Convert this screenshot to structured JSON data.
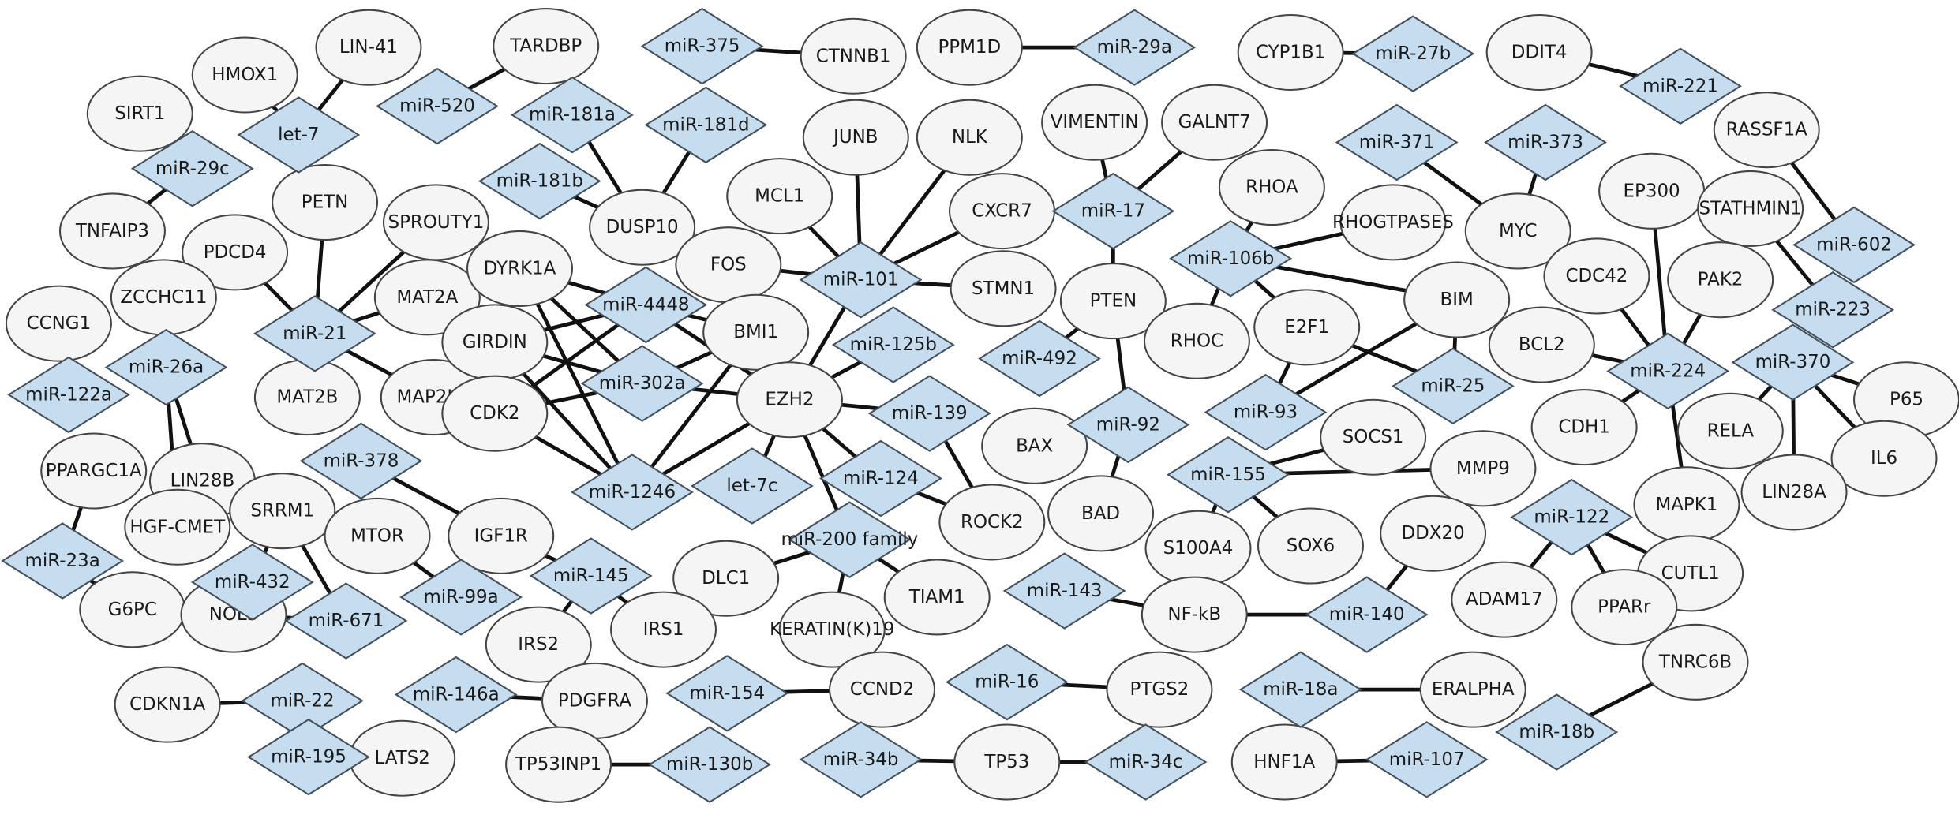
{
  "diagram": {
    "type": "miRNA-gene interaction network",
    "legend_colors": {
      "mirna_fill": "#c6ddf0",
      "gene_fill": "#f5f5f5",
      "edge": "#111111"
    },
    "mirnas": [
      "miR-375",
      "miR-29a",
      "miR-27b",
      "miR-221",
      "let-7",
      "miR-520",
      "miR-29c",
      "miR-181a",
      "miR-181d",
      "miR-181b",
      "miR-101",
      "miR-17",
      "miR-106b",
      "miR-371",
      "miR-373",
      "miR-602",
      "miR-21",
      "miR-26a",
      "miR-122a",
      "miR-4448",
      "miR-302a",
      "miR-125b",
      "miR-139",
      "miR-1246",
      "let-7c",
      "miR-124",
      "miR-492",
      "miR-92",
      "miR-93",
      "miR-25",
      "miR-155",
      "miR-223",
      "miR-224",
      "miR-370",
      "miR-122",
      "miR-23a",
      "miR-378",
      "miR-432",
      "miR-671",
      "miR-99a",
      "miR-145",
      "miR-200 family",
      "miR-143",
      "miR-140",
      "miR-22",
      "miR-146a",
      "miR-154",
      "miR-16",
      "miR-18a",
      "miR-18b",
      "miR-195",
      "miR-130b",
      "miR-34b",
      "miR-34c",
      "miR-107"
    ],
    "genes": [
      "CTNNB1",
      "PPM1D",
      "CYP1B1",
      "DDIT4",
      "LIN-41",
      "TARDBP",
      "HMOX1",
      "SIRT1",
      "TNFAIP3",
      "DUSP10",
      "JUNB",
      "NLK",
      "MCL1",
      "CXCR7",
      "FOS",
      "STMN1",
      "VIMENTIN",
      "GALNT7",
      "RHOA",
      "RHOGTPASES",
      "PTEN",
      "BIM",
      "RHOC",
      "E2F1",
      "BAX",
      "BAD",
      "SOCS1",
      "MMP9",
      "S100A4",
      "SOX6",
      "DDX20",
      "MYC",
      "EP300",
      "RASSF1A",
      "STATHMIN1",
      "CDC42",
      "PAK2",
      "BCL2",
      "P65",
      "CDH1",
      "RELA",
      "IL6",
      "LIN28A",
      "MAPK1",
      "CUTL1",
      "ADAM17",
      "PPARr",
      "PETN",
      "SPROUTY1",
      "PDCD4",
      "MAT2A",
      "MAT2B",
      "MAP2K3",
      "ZCCHC11",
      "CCNG1",
      "LIN28B",
      "PPARGC1A",
      "HGF-CMET",
      "G6PC",
      "DYRK1A",
      "GIRDIN",
      "BMI1",
      "EZH2",
      "CDK2",
      "ROCK2",
      "SRRM1",
      "MTOR",
      "IGF1R",
      "DLC1",
      "TIAM1",
      "NOL3",
      "IRS2",
      "IRS1",
      "KERATIN(K)19",
      "NF-kB",
      "CDKN1A",
      "PDGFRA",
      "CCND2",
      "PTGS2",
      "ERALPHA",
      "TNRC6B",
      "LATS2",
      "TP53INP1",
      "TP53",
      "HNF1A"
    ],
    "edges": [
      [
        "miR-375",
        "CTNNB1"
      ],
      [
        "PPM1D",
        "miR-29a"
      ],
      [
        "CYP1B1",
        "miR-27b"
      ],
      [
        "DDIT4",
        "miR-221"
      ],
      [
        "let-7",
        "HMOX1"
      ],
      [
        "let-7",
        "LIN-41"
      ],
      [
        "miR-520",
        "TARDBP"
      ],
      [
        "miR-29c",
        "SIRT1"
      ],
      [
        "miR-29c",
        "TNFAIP3"
      ],
      [
        "miR-181a",
        "DUSP10"
      ],
      [
        "miR-181d",
        "DUSP10"
      ],
      [
        "miR-181b",
        "DUSP10"
      ],
      [
        "miR-101",
        "JUNB"
      ],
      [
        "miR-101",
        "NLK"
      ],
      [
        "miR-101",
        "MCL1"
      ],
      [
        "miR-101",
        "CXCR7"
      ],
      [
        "miR-101",
        "FOS"
      ],
      [
        "miR-101",
        "STMN1"
      ],
      [
        "miR-101",
        "EZH2"
      ],
      [
        "miR-17",
        "VIMENTIN"
      ],
      [
        "miR-17",
        "GALNT7"
      ],
      [
        "miR-17",
        "PTEN"
      ],
      [
        "miR-106b",
        "RHOA"
      ],
      [
        "miR-106b",
        "RHOGTPASES"
      ],
      [
        "miR-106b",
        "BIM"
      ],
      [
        "miR-106b",
        "RHOC"
      ],
      [
        "miR-106b",
        "E2F1"
      ],
      [
        "miR-371",
        "MYC"
      ],
      [
        "miR-373",
        "MYC"
      ],
      [
        "RASSF1A",
        "miR-602"
      ],
      [
        "STATHMIN1",
        "miR-223"
      ],
      [
        "miR-224",
        "EP300"
      ],
      [
        "miR-224",
        "CDC42"
      ],
      [
        "miR-224",
        "PAK2"
      ],
      [
        "miR-224",
        "BCL2"
      ],
      [
        "miR-224",
        "CDH1"
      ],
      [
        "miR-224",
        "MAPK1"
      ],
      [
        "miR-370",
        "P65"
      ],
      [
        "miR-370",
        "RELA"
      ],
      [
        "miR-370",
        "IL6"
      ],
      [
        "miR-370",
        "LIN28A"
      ],
      [
        "miR-122",
        "ADAM17"
      ],
      [
        "miR-122",
        "PPARr"
      ],
      [
        "miR-122",
        "CUTL1"
      ],
      [
        "miR-21",
        "PETN"
      ],
      [
        "miR-21",
        "SPROUTY1"
      ],
      [
        "miR-21",
        "PDCD4"
      ],
      [
        "miR-21",
        "MAT2A"
      ],
      [
        "miR-21",
        "MAT2B"
      ],
      [
        "miR-21",
        "MAP2K3"
      ],
      [
        "miR-26a",
        "ZCCHC11"
      ],
      [
        "miR-26a",
        "LIN28B"
      ],
      [
        "miR-26a",
        "HGF-CMET"
      ],
      [
        "CCNG1",
        "miR-122a"
      ],
      [
        "PPARGC1A",
        "miR-23a"
      ],
      [
        "miR-23a",
        "G6PC"
      ],
      [
        "DYRK1A",
        "miR-4448"
      ],
      [
        "DYRK1A",
        "miR-302a"
      ],
      [
        "DYRK1A",
        "miR-1246"
      ],
      [
        "GIRDIN",
        "miR-4448"
      ],
      [
        "GIRDIN",
        "miR-302a"
      ],
      [
        "GIRDIN",
        "miR-1246"
      ],
      [
        "CDK2",
        "miR-4448"
      ],
      [
        "CDK2",
        "miR-302a"
      ],
      [
        "CDK2",
        "miR-1246"
      ],
      [
        "BMI1",
        "miR-4448"
      ],
      [
        "BMI1",
        "miR-302a"
      ],
      [
        "BMI1",
        "miR-1246"
      ],
      [
        "EZH2",
        "miR-4448"
      ],
      [
        "EZH2",
        "miR-302a"
      ],
      [
        "EZH2",
        "miR-1246"
      ],
      [
        "EZH2",
        "miR-125b"
      ],
      [
        "EZH2",
        "miR-139"
      ],
      [
        "EZH2",
        "let-7c"
      ],
      [
        "EZH2",
        "miR-124"
      ],
      [
        "EZH2",
        "miR-200 family"
      ],
      [
        "miR-139",
        "ROCK2"
      ],
      [
        "miR-124",
        "ROCK2"
      ],
      [
        "PTEN",
        "miR-492"
      ],
      [
        "PTEN",
        "miR-92"
      ],
      [
        "miR-92",
        "BAX"
      ],
      [
        "miR-92",
        "BAD"
      ],
      [
        "E2F1",
        "miR-93"
      ],
      [
        "E2F1",
        "miR-25"
      ],
      [
        "BIM",
        "miR-93"
      ],
      [
        "BIM",
        "miR-25"
      ],
      [
        "miR-155",
        "SOCS1"
      ],
      [
        "miR-155",
        "MMP9"
      ],
      [
        "miR-155",
        "S100A4"
      ],
      [
        "miR-155",
        "SOX6"
      ],
      [
        "DDX20",
        "miR-140"
      ],
      [
        "miR-143",
        "NF-kB"
      ],
      [
        "NF-kB",
        "miR-140"
      ],
      [
        "miR-378",
        "IGF1R"
      ],
      [
        "IGF1R",
        "miR-99a"
      ],
      [
        "IGF1R",
        "miR-145"
      ],
      [
        "MTOR",
        "miR-99a"
      ],
      [
        "miR-145",
        "IRS2"
      ],
      [
        "miR-145",
        "IRS1"
      ],
      [
        "SRRM1",
        "miR-432"
      ],
      [
        "SRRM1",
        "miR-671"
      ],
      [
        "miR-432",
        "NOL3"
      ],
      [
        "NOL3",
        "miR-671"
      ],
      [
        "miR-200 family",
        "DLC1"
      ],
      [
        "miR-200 family",
        "KERATIN(K)19"
      ],
      [
        "miR-200 family",
        "TIAM1"
      ],
      [
        "CDKN1A",
        "miR-22"
      ],
      [
        "miR-146a",
        "PDGFRA"
      ],
      [
        "miR-154",
        "CCND2"
      ],
      [
        "miR-16",
        "PTGS2"
      ],
      [
        "miR-18a",
        "ERALPHA"
      ],
      [
        "TNRC6B",
        "miR-18b"
      ],
      [
        "miR-195",
        "LATS2"
      ],
      [
        "TP53INP1",
        "miR-130b"
      ],
      [
        "miR-34b",
        "TP53"
      ],
      [
        "TP53",
        "miR-34c"
      ],
      [
        "HNF1A",
        "miR-107"
      ]
    ]
  }
}
